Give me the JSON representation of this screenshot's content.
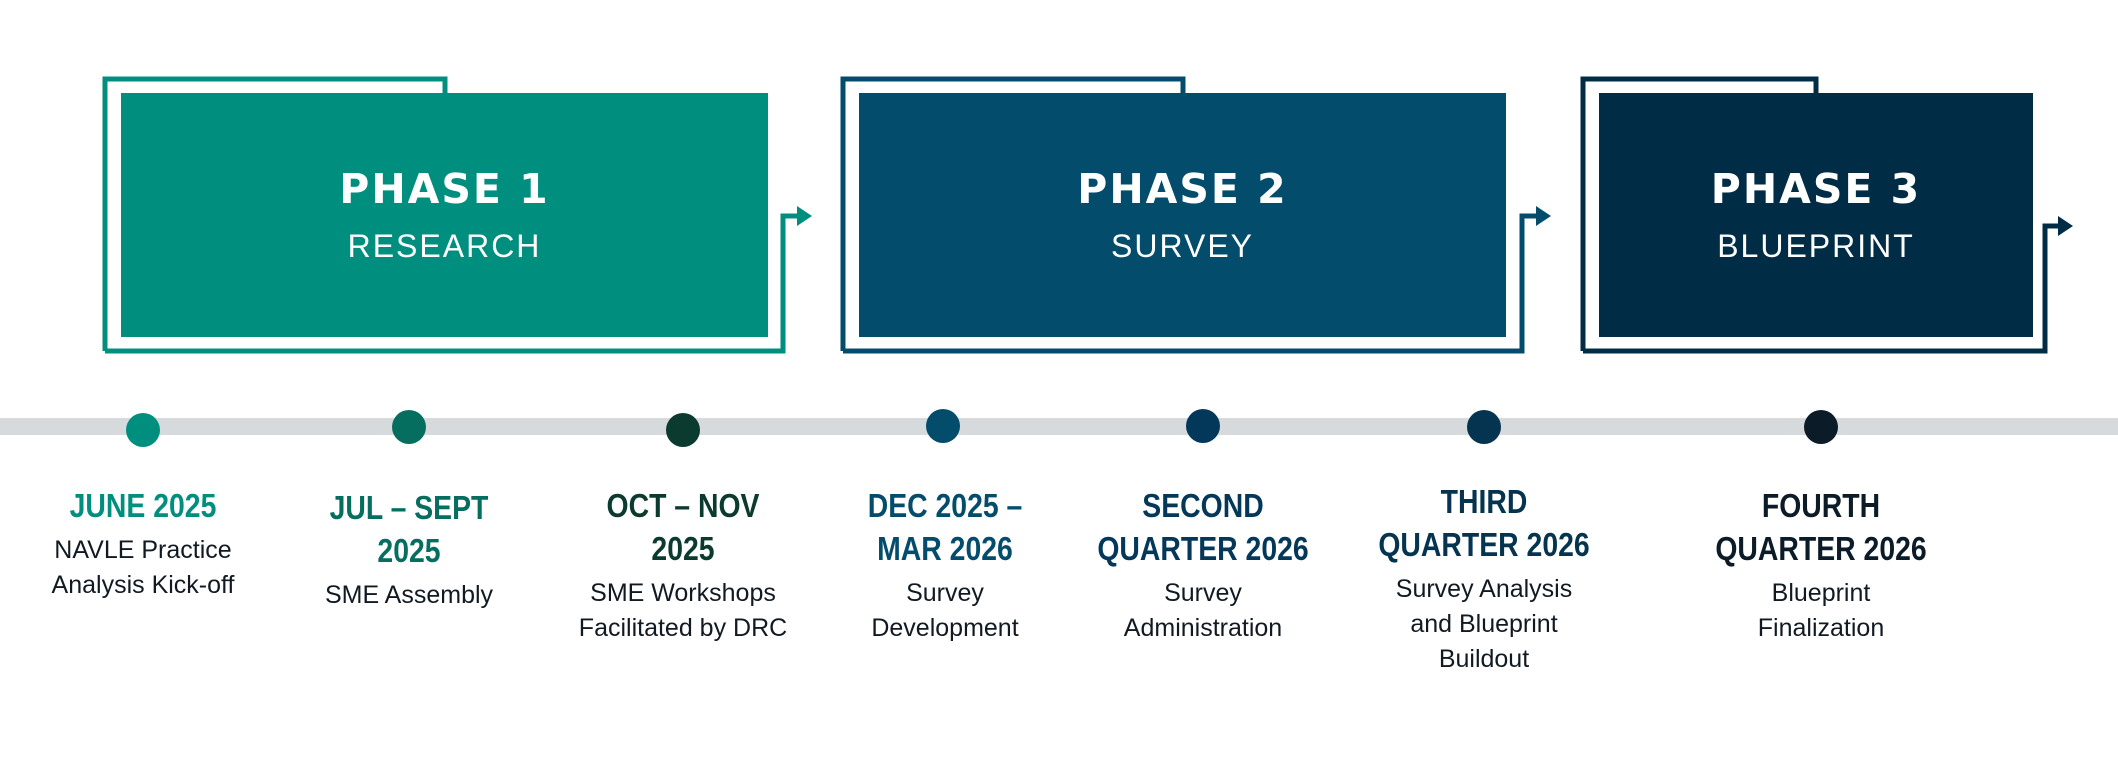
{
  "colors": {
    "phase1": "#008f7e",
    "phase2": "#034c6c",
    "phase3": "#012c45",
    "timeline_line": "#d6dadd"
  },
  "phases": [
    {
      "title": "PHASE 1",
      "subtitle": "RESEARCH",
      "color": "#008f7e"
    },
    {
      "title": "PHASE 2",
      "subtitle": "SURVEY",
      "color": "#034c6c"
    },
    {
      "title": "PHASE 3",
      "subtitle": "BLUEPRINT",
      "color": "#012c45"
    }
  ],
  "milestones": [
    {
      "date": "JUNE 2025",
      "description": "NAVLE Practice\nAnalysis Kick-off",
      "color": "#008f7e"
    },
    {
      "date": "JUL – SEPT\n2025",
      "description": "SME Assembly",
      "color": "#056e5f"
    },
    {
      "date": "OCT – NOV\n2025",
      "description": "SME Workshops\nFacilitated by DRC",
      "color": "#0b3a2e"
    },
    {
      "date": "DEC 2025 –\nMAR 2026",
      "description": "Survey\nDevelopment",
      "color": "#034c6c"
    },
    {
      "date": "SECOND\nQUARTER 2026",
      "description": "Survey\nAdministration",
      "color": "#03385a"
    },
    {
      "date": "THIRD\nQUARTER 2026",
      "description": "Survey Analysis\nand Blueprint\nBuildout",
      "color": "#04344f"
    },
    {
      "date": "FOURTH\nQUARTER 2026",
      "description": "Blueprint\nFinalization",
      "color": "#0b1b28"
    }
  ]
}
